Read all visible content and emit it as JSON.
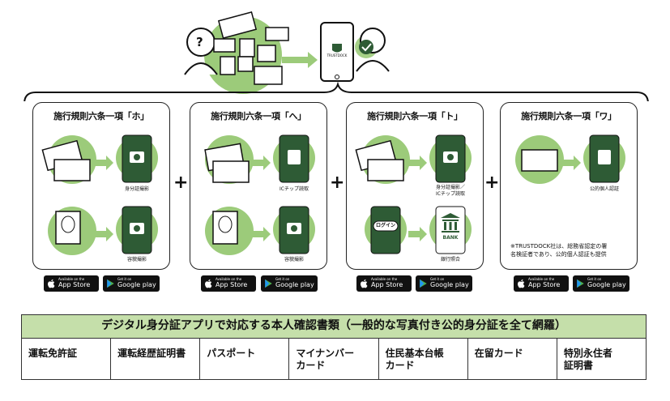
{
  "header": {
    "trustdock_label": "TRUSTDOCK",
    "question_mark": "?"
  },
  "cards": [
    {
      "title": "施行規則六条一項「ホ」",
      "cap1": "身分証撮影",
      "cap2": "容貌撮影"
    },
    {
      "title": "施行規則六条一項「へ」",
      "cap1": "ICチップ読取",
      "cap2": "容貌撮影"
    },
    {
      "title": "施行規則六条一項「ト」",
      "cap1_line1": "身分証撮影／",
      "cap1_line2": "ICチップ読取",
      "login": "ログイン",
      "bank": "BANK",
      "cap2": "銀行照合"
    },
    {
      "title": "施行規則六条一項「ワ」",
      "cap1": "公的個人認証",
      "note_line1": "※TRUSTDOCK社は、総務省認定の署",
      "note_line2": "名検証者であり、公的個人認証も提供"
    }
  ],
  "plus": "+",
  "stores": {
    "apple_small": "Available on the",
    "apple_big": "App Store",
    "google_small": "Get it on",
    "google_big": "Google play"
  },
  "table": {
    "header": "デジタル身分証アプリで対応する本人確認書類（一般的な写真付き公的身分証を全て網羅）",
    "cells": [
      {
        "l1": "運転免許証",
        "l2": ""
      },
      {
        "l1": "運転経歴証明書",
        "l2": ""
      },
      {
        "l1": "パスポート",
        "l2": ""
      },
      {
        "l1": "マイナンバー",
        "l2": "カード"
      },
      {
        "l1": "住民基本台帳",
        "l2": "カード"
      },
      {
        "l1": "在留カード",
        "l2": ""
      },
      {
        "l1": "特別永住者",
        "l2": "証明書"
      }
    ]
  },
  "colors": {
    "green": "#2e5b35",
    "light_green": "#9ccb7a",
    "table_header": "#c5dfaa"
  }
}
